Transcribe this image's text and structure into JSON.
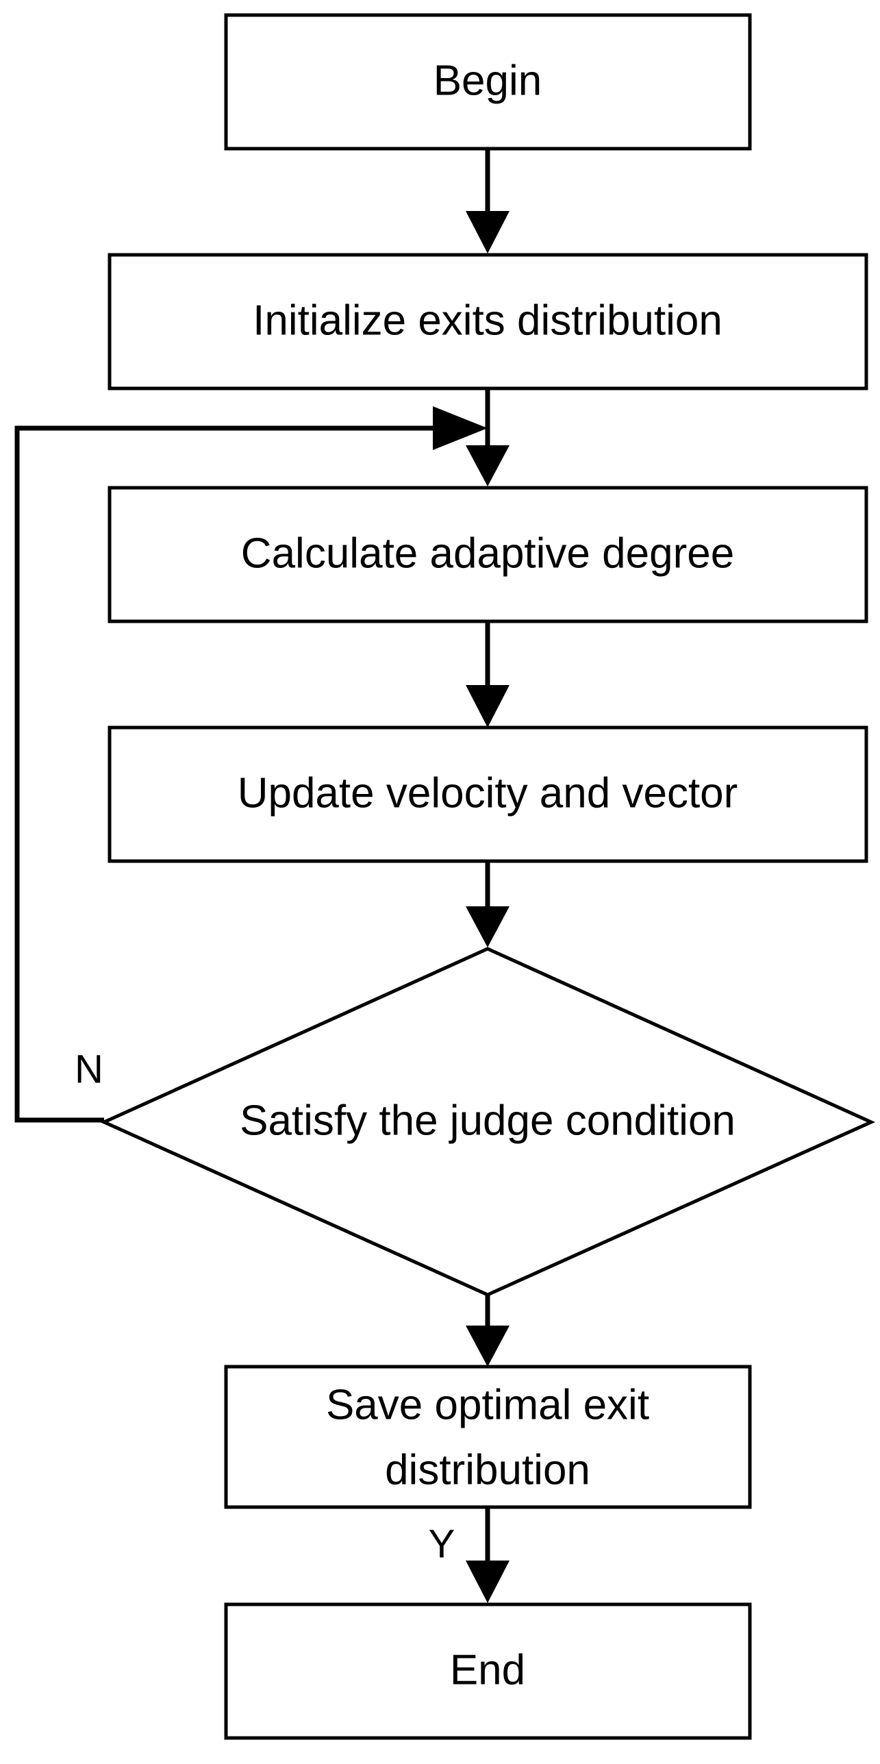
{
  "diagram": {
    "nodes": {
      "begin": "Begin",
      "initialize": "Initialize exits distribution",
      "calculate": "Calculate  adaptive degree",
      "update": "Update velocity and vector",
      "decision": "Satisfy the judge condition",
      "save_line1": "Save optimal exit",
      "save_line2": "distribution",
      "end": "End"
    },
    "edges": {
      "no_label": "N",
      "yes_label": "Y"
    },
    "colors": {
      "stroke": "#000000",
      "fill": "#ffffff"
    }
  }
}
